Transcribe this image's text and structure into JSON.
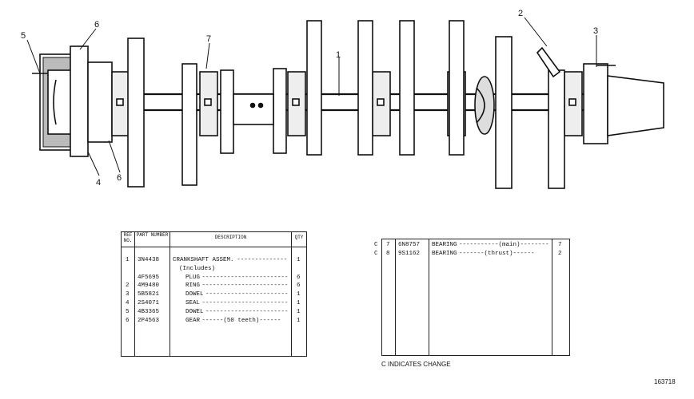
{
  "callouts": [
    "1",
    "2",
    "3",
    "4",
    "5",
    "6",
    "6",
    "7"
  ],
  "left_table": {
    "headers": {
      "ref": "REF NO.",
      "part": "PART NUMBER",
      "desc": "DESCRIPTION",
      "qty": "QTY"
    },
    "rows": [
      {
        "ref": "1",
        "part": "3N4438",
        "desc": "CRANKSHAFT ASSEM.",
        "lead": "--------------",
        "qty": "1"
      },
      {
        "ref": "",
        "part": "",
        "desc": "(Includes)",
        "lead": "",
        "qty": ""
      },
      {
        "ref": "",
        "part": "4F5695",
        "desc": "PLUG",
        "lead": "------------------------",
        "qty": "6"
      },
      {
        "ref": "2",
        "part": "4M9480",
        "desc": "RING",
        "lead": "------------------------",
        "qty": "6"
      },
      {
        "ref": "3",
        "part": "5B5821",
        "desc": "DOWEL",
        "lead": "-----------------------",
        "qty": "1"
      },
      {
        "ref": "4",
        "part": "2S4071",
        "desc": "SEAL",
        "lead": "------------------------",
        "qty": "1"
      },
      {
        "ref": "5",
        "part": "4B3365",
        "desc": "DOWEL",
        "lead": "-----------------------",
        "qty": "1"
      },
      {
        "ref": "6",
        "part": "2P4563",
        "desc": "GEAR",
        "lead": "------(50 teeth)------",
        "qty": "1"
      }
    ]
  },
  "right_table": {
    "rows": [
      {
        "change": "C",
        "ref": "7",
        "part": "6N8757",
        "desc": "BEARING",
        "lead": "-----------(main)--------",
        "qty": "7"
      },
      {
        "change": "C",
        "ref": "8",
        "part": "9S1162",
        "desc": "BEARING",
        "lead": "-------(thrust)------",
        "qty": "2"
      }
    ],
    "footnote": "C INDICATES CHANGE"
  },
  "figure_number": "163718"
}
